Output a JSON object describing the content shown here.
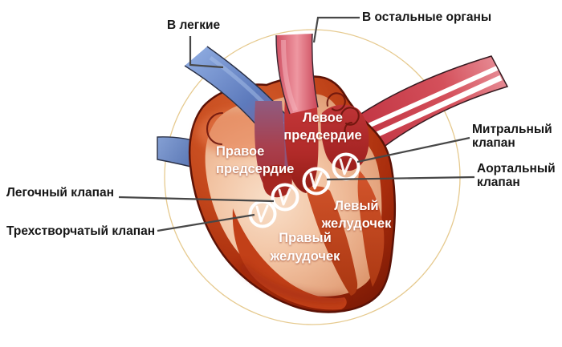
{
  "labels": {
    "to_lungs": "В легкие",
    "to_other_organs": "В остальные органы",
    "mitral_valve": {
      "l1": "Митральный",
      "l2": "клапан"
    },
    "aortic_valve": {
      "l1": "Аортальный",
      "l2": "клапан"
    },
    "pulmonary_valve": "Легочный клапан",
    "tricuspid_valve": "Трехстворчатый клапан",
    "left_atrium": {
      "l1": "Левое",
      "l2": "предсердие"
    },
    "right_atrium": {
      "l1": "Правое",
      "l2": "предсердие"
    },
    "left_ventricle": {
      "l1": "Левый",
      "l2": "желудочек"
    },
    "right_ventricle": {
      "l1": "Правый",
      "l2": "желудочек"
    }
  },
  "colors": {
    "background": "#ffffff",
    "outer_circle": "#e6ca8f",
    "leader_line": "#474747",
    "label_text": "#161616",
    "chamber_label_text": "#ffffff",
    "vein_blue": "#6080c0",
    "aorta_pink": "#e2717f",
    "artery_red": "#cf3f4c",
    "heart_muscle_red": "#bf3e16",
    "chamber_cavity_red": "#b12b2c",
    "interior_peach": "#f2c5a6",
    "valve_ring_white": "#ffffff"
  }
}
